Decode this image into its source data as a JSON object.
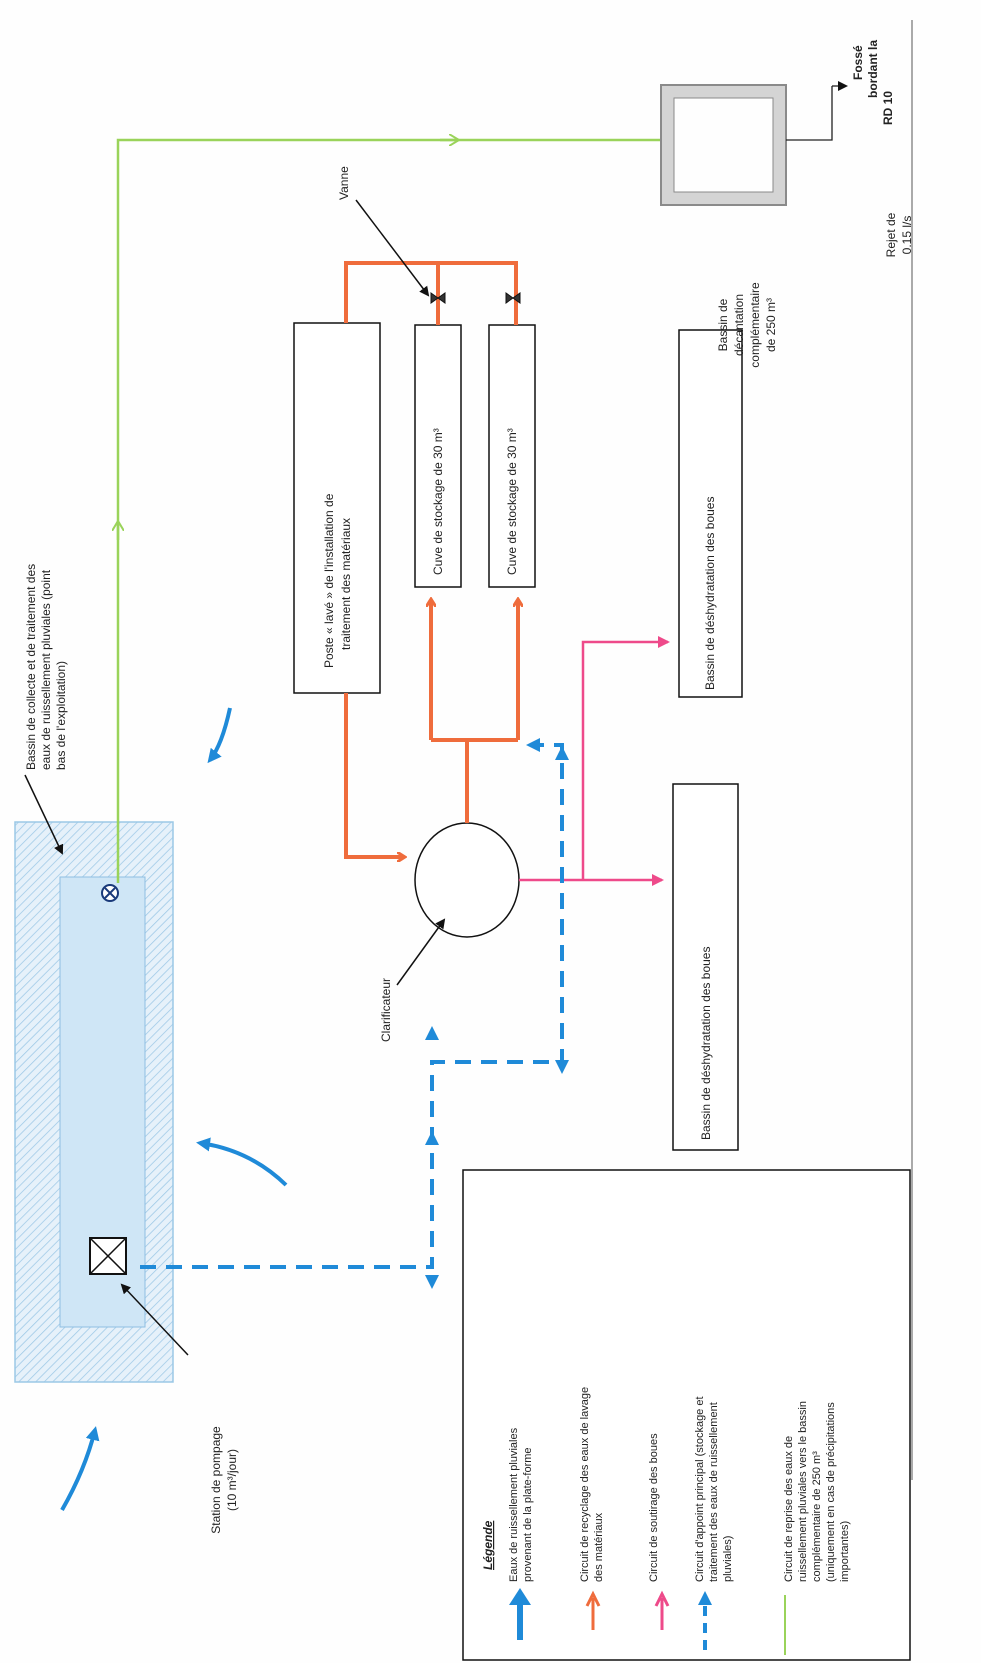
{
  "labels": {
    "bassin_collecte": [
      "Bassin de collecte et de traitement des",
      "eaux de ruissellement pluviales (point",
      "bas de l'exploitation)"
    ],
    "poste_lave": [
      "Poste « lavé » de l'installation de",
      "traitement des matériaux"
    ],
    "cuve_1": "Cuve de stockage de 30 m³",
    "cuve_2": "Cuve de stockage de 30 m³",
    "vanne": "Vanne",
    "bassin_deshydratation_1": "Bassin de déshydratation des boues",
    "bassin_deshydratation_2": "Bassin de déshydratation des boues",
    "bassin_decantation": [
      "Bassin de",
      "décantation",
      "complémentaire",
      "de 250 m³"
    ],
    "fosse": [
      "Fossé",
      "bordant la",
      "RD 10"
    ],
    "rejet": [
      "Rejet de",
      "0.15 l/s"
    ],
    "clarificateur": "Clarificateur",
    "station_pompage": [
      "Station de pompage",
      "(10 m³/jour)"
    ]
  },
  "legend": {
    "title": "Légende",
    "items": [
      {
        "lines": [
          "Eaux de ruissellement pluviales",
          "provenant de la plate-forme"
        ],
        "color": "#1f8ad8",
        "style": "thick-arrow"
      },
      {
        "lines": [
          "Circuit de recyclage des eaux de lavage",
          "des matériaux"
        ],
        "color": "#ef6c3c",
        "style": "arrow"
      },
      {
        "lines": [
          "Circuit de soutirage des boues"
        ],
        "color": "#ee4a8a",
        "style": "arrow"
      },
      {
        "lines": [
          "Circuit d'appoint principal (stockage et",
          "traitement des eaux de ruissellement",
          "pluviales)"
        ],
        "color": "#1f8ad8",
        "style": "dashed-arrow"
      },
      {
        "lines": [
          "Circuit de reprise des eaux de",
          "ruissellement pluviales vers le bassin",
          "complémentaire de 250 m³",
          "(uniquement en cas de précipitations",
          "importantes)"
        ],
        "color": "#9ad35a",
        "style": "line"
      }
    ]
  },
  "colors": {
    "blue": "#1f8ad8",
    "orange": "#ef6c3c",
    "pink": "#ee4a8a",
    "green": "#9ad35a",
    "basin_fill": "#cfe6f6",
    "basin_hatch": "#9cc8e6"
  },
  "icons": [
    "valve-icon",
    "pump-station-icon",
    "outlet-icon"
  ]
}
